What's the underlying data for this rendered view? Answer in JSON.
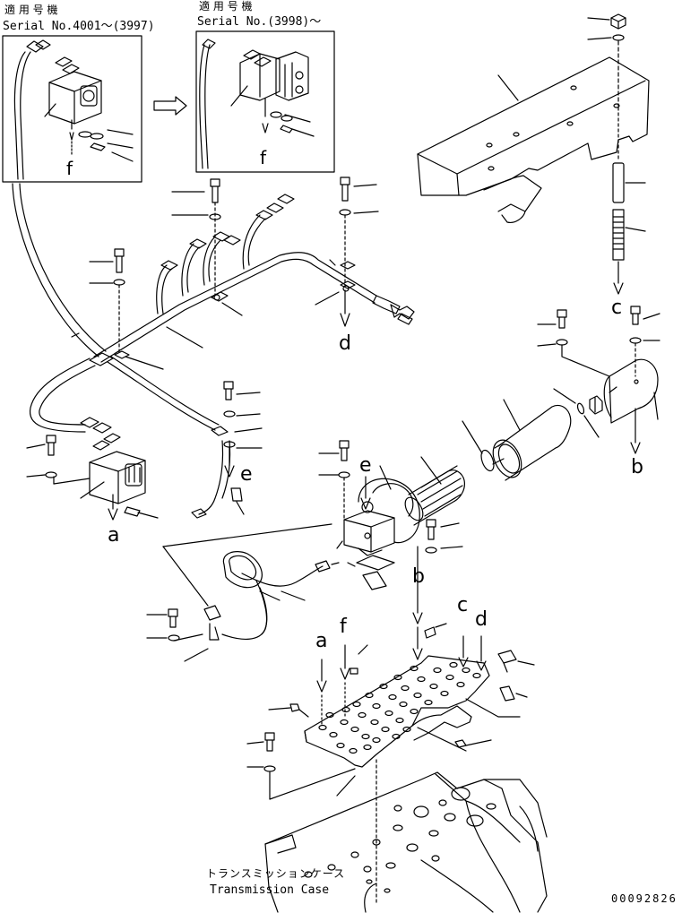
{
  "inset_left": {
    "title_jp": "適 用 号 機",
    "serial": "Serial No.4001～(3997)",
    "ref": "f"
  },
  "inset_right": {
    "title_jp": "適 用 号 機",
    "serial": "Serial No.(3998)～",
    "ref": "f"
  },
  "ref_letters": {
    "a_bottom_left": "a",
    "b_right": "b",
    "c_right": "c",
    "d_center": "d",
    "e_center": "e",
    "e_filter": "e",
    "b_plate": "b",
    "a_plate": "a",
    "f_plate": "f",
    "c_plate": "c",
    "d_plate": "d"
  },
  "case_label": {
    "jp": "トランスミッションケース",
    "en": "Transmission Case"
  },
  "drawing_number": "00092826"
}
